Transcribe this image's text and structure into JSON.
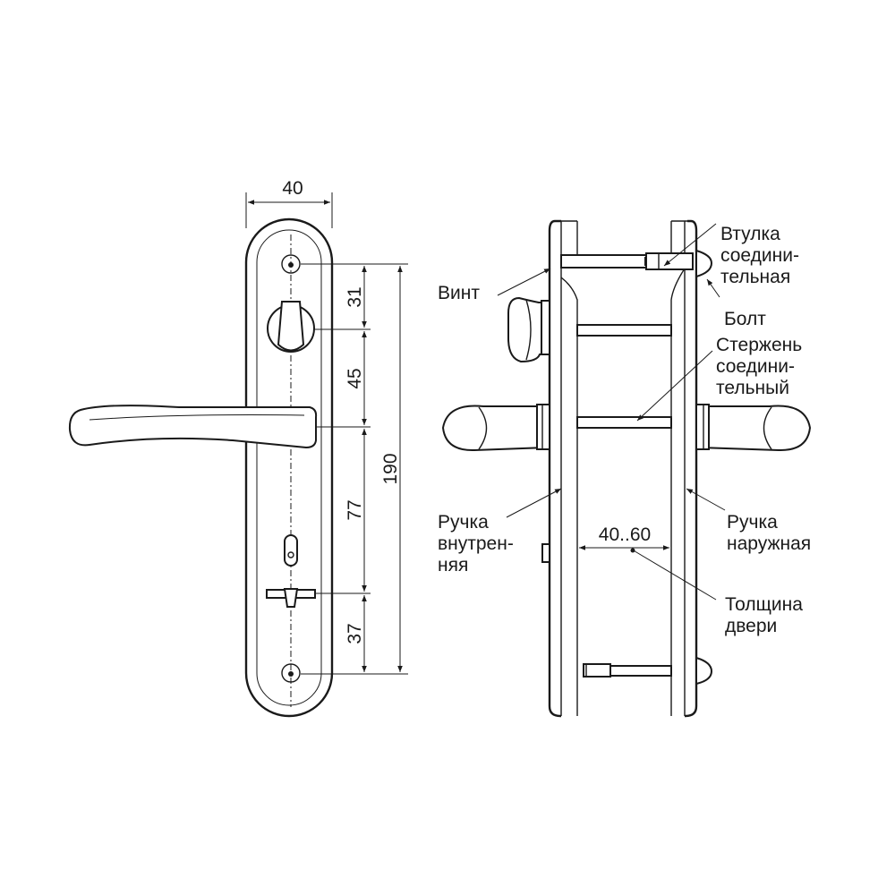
{
  "dimensions": {
    "width": "40",
    "d1": "31",
    "d2": "45",
    "d3": "77",
    "d4": "37",
    "total": "190",
    "door_range": "40..60"
  },
  "labels": {
    "vtulka": [
      "Втулка",
      "соедини-",
      "тельная"
    ],
    "vint": "Винт",
    "bolt": "Болт",
    "sterzhen": [
      "Стержень",
      "соедини-",
      "тельный"
    ],
    "ruchka_vnutr": [
      "Ручка",
      "внутрен-",
      "няя"
    ],
    "ruchka_naruzh": [
      "Ручка",
      "наружная"
    ],
    "tolshchina": [
      "Толщина",
      "двери"
    ]
  }
}
